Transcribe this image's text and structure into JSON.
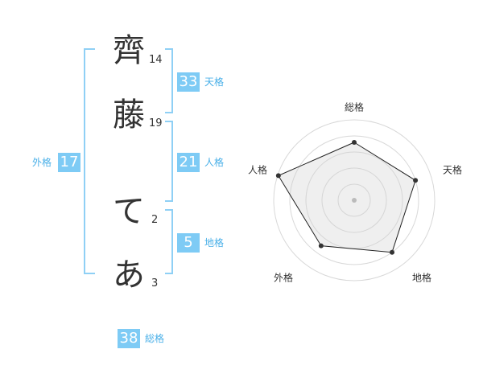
{
  "name_chars": [
    {
      "char": "齊",
      "strokes": "14"
    },
    {
      "char": "藤",
      "strokes": "19"
    },
    {
      "char": "て",
      "strokes": "2"
    },
    {
      "char": "あ",
      "strokes": "3"
    }
  ],
  "scores": {
    "tenkaku": {
      "value": "33",
      "label": "天格"
    },
    "jinkaku": {
      "value": "21",
      "label": "人格"
    },
    "chikaku": {
      "value": "5",
      "label": "地格"
    },
    "gaikaku": {
      "value": "17",
      "label": "外格"
    },
    "soukaku": {
      "value": "38",
      "label": "総格"
    }
  },
  "colors": {
    "accent": "#7ecbf5",
    "accent_text": "#4ab0e8",
    "bracket": "#8fd0f5"
  },
  "chart_data": {
    "type": "radar",
    "axes": [
      "総格",
      "天格",
      "地格",
      "外格",
      "人格"
    ],
    "values": [
      0.72,
      0.8,
      0.8,
      0.7,
      0.99
    ],
    "range": [
      0,
      1
    ],
    "rings": 4
  }
}
